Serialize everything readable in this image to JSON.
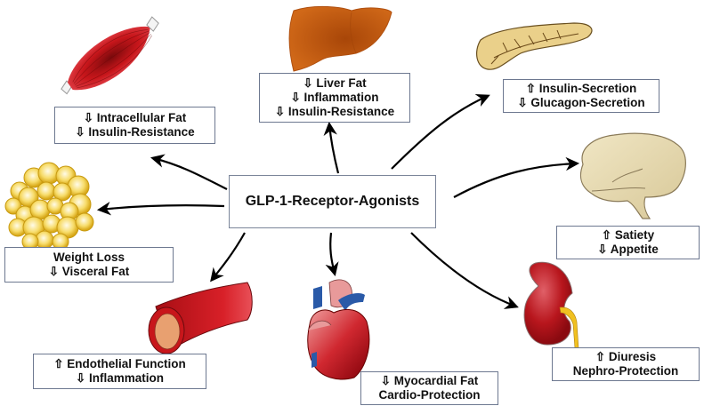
{
  "diagram": {
    "center": {
      "label": "GLP-1-Receptor-Agonists"
    },
    "arrow_glyphs": {
      "up": "⇧",
      "down": "⇩"
    },
    "organs": [
      {
        "id": "muscle",
        "icon": "muscle-icon",
        "lines": [
          {
            "dir": "down",
            "text": "Intracellular Fat"
          },
          {
            "dir": "down",
            "text": "Insulin-Resistance"
          }
        ]
      },
      {
        "id": "liver",
        "icon": "liver-icon",
        "lines": [
          {
            "dir": "down",
            "text": "Liver Fat"
          },
          {
            "dir": "down",
            "text": "Inflammation"
          },
          {
            "dir": "down",
            "text": "Insulin-Resistance"
          }
        ]
      },
      {
        "id": "pancreas",
        "icon": "pancreas-icon",
        "lines": [
          {
            "dir": "up",
            "text": "Insulin-Secretion"
          },
          {
            "dir": "down",
            "text": "Glucagon-Secretion"
          }
        ]
      },
      {
        "id": "brain",
        "icon": "brain-icon",
        "lines": [
          {
            "dir": "up",
            "text": "Satiety"
          },
          {
            "dir": "down",
            "text": "Appetite"
          }
        ]
      },
      {
        "id": "adipose",
        "icon": "fat-cells-icon",
        "lines": [
          {
            "dir": "none",
            "text": "Weight Loss"
          },
          {
            "dir": "down",
            "text": "Visceral Fat"
          }
        ]
      },
      {
        "id": "vessel",
        "icon": "blood-vessel-icon",
        "lines": [
          {
            "dir": "up",
            "text": " Endothelial Function"
          },
          {
            "dir": "down",
            "text": "Inflammation"
          }
        ]
      },
      {
        "id": "heart",
        "icon": "heart-icon",
        "lines": [
          {
            "dir": "down",
            "text": "Myocardial Fat"
          },
          {
            "dir": "none",
            "text": "Cardio-Protection"
          }
        ]
      },
      {
        "id": "kidney",
        "icon": "kidney-icon",
        "lines": [
          {
            "dir": "up",
            "text": "Diuresis"
          },
          {
            "dir": "none",
            "text": "Nephro-Protection"
          }
        ]
      }
    ],
    "colors": {
      "box_border": "#6d7890",
      "muscle": "#c8161b",
      "liver": "#c0580f",
      "pancreas": "#ead08a",
      "brain": "#e8dcb5",
      "fat": "#f2c53a",
      "vessel": "#c8161b",
      "vessel_lumen": "#e8a070",
      "heart_red": "#c41a22",
      "heart_pink": "#e89a9a",
      "heart_blue": "#2a5aa8",
      "kidney": "#b8161d",
      "ureter": "#f0c020"
    }
  }
}
